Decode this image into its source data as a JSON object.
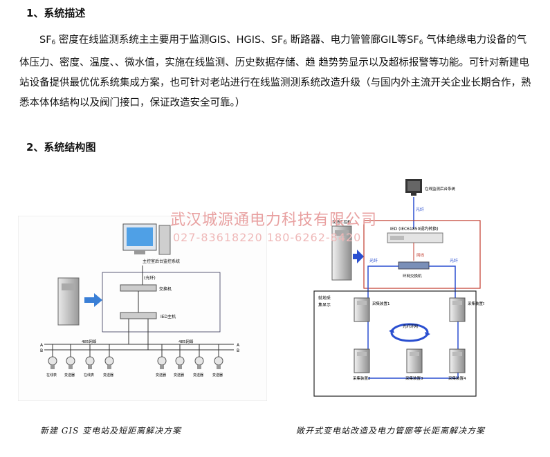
{
  "section1": {
    "heading": "1、系统描述",
    "paragraph": "SF₆ 密度在线监测系统主主要用于监测GIS、HGIS、SF₆ 断路器、电力管管廊GIL等SF₆ 气体绝缘电力设备的气体压力、密度、温度、、微水值，实施在线监测、历史数据存储、趋 趋势势显示以及超标报警等功能。可针对新建电站设备提供最优优系统集成方案，也可针对老站进行在线监测测系统改造升级（与国内外主流开关企业长期合作，熟悉本体体结构以及阀门接口，保证改造安全可靠。）"
  },
  "section2": {
    "heading": "2、系统结构图"
  },
  "watermark": {
    "company": "武汉城源通电力科技有限公司",
    "phones": "027-83618220    180-6262-8420"
  },
  "left_diagram": {
    "backend_label": "主控室后台监控系统",
    "fiber_label": "(光纤)",
    "switch_label": "交换机",
    "ied_label": "IED主机",
    "bus_a": "A",
    "bus_b": "B",
    "bus_net_left": "485网络",
    "bus_net_right": "485网络",
    "sensors": [
      "在线表",
      "变送器",
      "在线表",
      "变送器",
      "变送器",
      "变送器",
      "变送器",
      "变送器"
    ]
  },
  "right_diagram": {
    "backend_label": "在线监测后台系统",
    "fiber_top": "光纤",
    "cabinet_label": "现场汇控柜",
    "ied_label": "IED (IEC61850规约转换)",
    "net_label": "网线",
    "fiber_left": "光纤",
    "fiber_right": "光纤",
    "ring_switch_label": "环网交换机",
    "legend_1": "就地采",
    "legend_2": "集显示",
    "ring_label": "光纤环网",
    "units": [
      "采集装置1",
      "采集装置5",
      "采集装置2",
      "采集装置3",
      "采集装置4"
    ]
  },
  "captions": {
    "left": "新建 GIS 变电站及短距离解决方案",
    "right": "敞开式变电站改造及电力管廊等长距离解决方案"
  },
  "colors": {
    "fiber_blue": "#2a4fd0",
    "frame_red": "#c0392b",
    "watermark": "#e8a0a0"
  }
}
